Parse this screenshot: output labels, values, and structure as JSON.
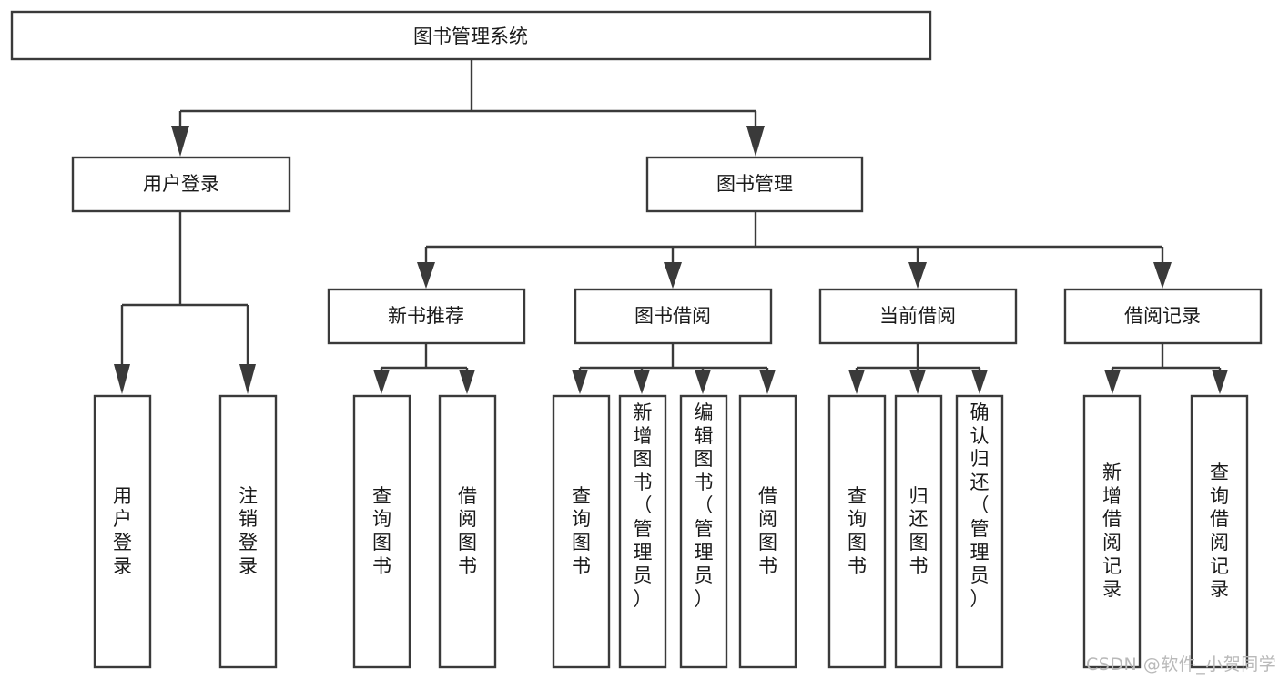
{
  "diagram": {
    "kind": "tree-structure-chart",
    "title": "图书管理系统",
    "background_color": "#ffffff",
    "line_color": "#3a3a3a",
    "text_color": "#1a1a1a",
    "box_fill": "#ffffff"
  },
  "root": {
    "label": "图书管理系统"
  },
  "level2": [
    {
      "label": "用户登录"
    },
    {
      "label": "图书管理"
    }
  ],
  "level3": [
    {
      "label": "新书推荐"
    },
    {
      "label": "图书借阅"
    },
    {
      "label": "当前借阅"
    },
    {
      "label": "借阅记录"
    }
  ],
  "leaves": {
    "user_login": [
      {
        "label": "用户登录",
        "lines": [
          "用",
          "户",
          "登",
          "录"
        ]
      },
      {
        "label": "注销登录",
        "lines": [
          "注",
          "销",
          "登",
          "录"
        ]
      }
    ],
    "new_book_recommend": [
      {
        "label": "查询图书",
        "lines": [
          "查",
          "询",
          "图",
          "书"
        ]
      },
      {
        "label": "借阅图书",
        "lines": [
          "借",
          "阅",
          "图",
          "书"
        ]
      }
    ],
    "book_borrow": [
      {
        "label": "查询图书",
        "lines": [
          "查",
          "询",
          "图",
          "书"
        ]
      },
      {
        "label": "新增图书（管理员）",
        "lines": [
          "新",
          "增",
          "图",
          "书",
          "（",
          "管",
          "理",
          "员",
          "）"
        ]
      },
      {
        "label": "编辑图书（管理员）",
        "lines": [
          "编",
          "辑",
          "图",
          "书",
          "（",
          "管",
          "理",
          "员",
          "）"
        ]
      },
      {
        "label": "借阅图书",
        "lines": [
          "借",
          "阅",
          "图",
          "书"
        ]
      }
    ],
    "current_borrow": [
      {
        "label": "查询图书",
        "lines": [
          "查",
          "询",
          "图",
          "书"
        ]
      },
      {
        "label": "归还图书",
        "lines": [
          "归",
          "还",
          "图",
          "书"
        ]
      },
      {
        "label": "确认归还（管理员）",
        "lines": [
          "确",
          "认",
          "归",
          "还",
          "（",
          "管",
          "理",
          "员",
          "）"
        ]
      }
    ],
    "borrow_record": [
      {
        "label": "新增借阅记录",
        "lines": [
          "新",
          "增",
          "借",
          "阅",
          "记",
          "录"
        ]
      },
      {
        "label": "查询借阅记录",
        "lines": [
          "查",
          "询",
          "借",
          "阅",
          "记",
          "录"
        ]
      }
    ]
  },
  "watermark": {
    "text": "CSDN @软件_小贺同学"
  }
}
